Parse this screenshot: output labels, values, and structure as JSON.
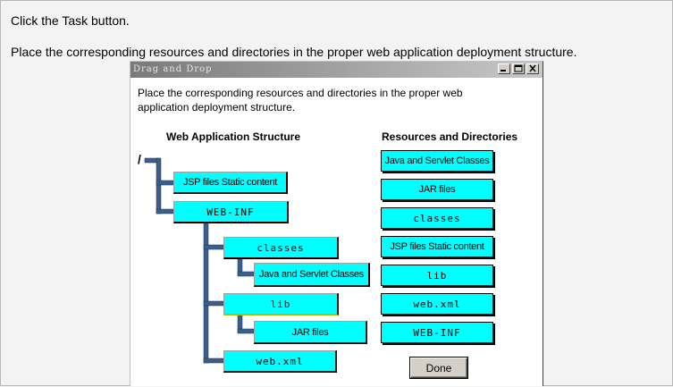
{
  "page": {
    "instruction_1": "Click the Task button.",
    "instruction_2": "Place the corresponding resources and directories in the proper web application deployment structure."
  },
  "window": {
    "title": "Drag and Drop",
    "instructions": "Place the corresponding resources and directories in the proper web application deployment structure.",
    "done_label": "Done"
  },
  "structure": {
    "heading": "Web Application Structure",
    "root": "/",
    "nodes": {
      "jsp_static": "JSP files Static content",
      "web_inf": "WEB-INF",
      "classes": "classes",
      "java_servlet": "Java and Servlet Classes",
      "lib": "lib",
      "jar_files": "JAR files",
      "web_xml": "web.xml"
    }
  },
  "resources": {
    "heading": "Resources and Directories",
    "items": [
      "Java and Servlet Classes",
      "JAR files",
      "classes",
      "JSP files Static content",
      "lib",
      "web.xml",
      "WEB-INF"
    ]
  },
  "colors": {
    "box_fill": "#00ffff",
    "connector": "#3b5f8a",
    "background": "#f3f3f3"
  }
}
